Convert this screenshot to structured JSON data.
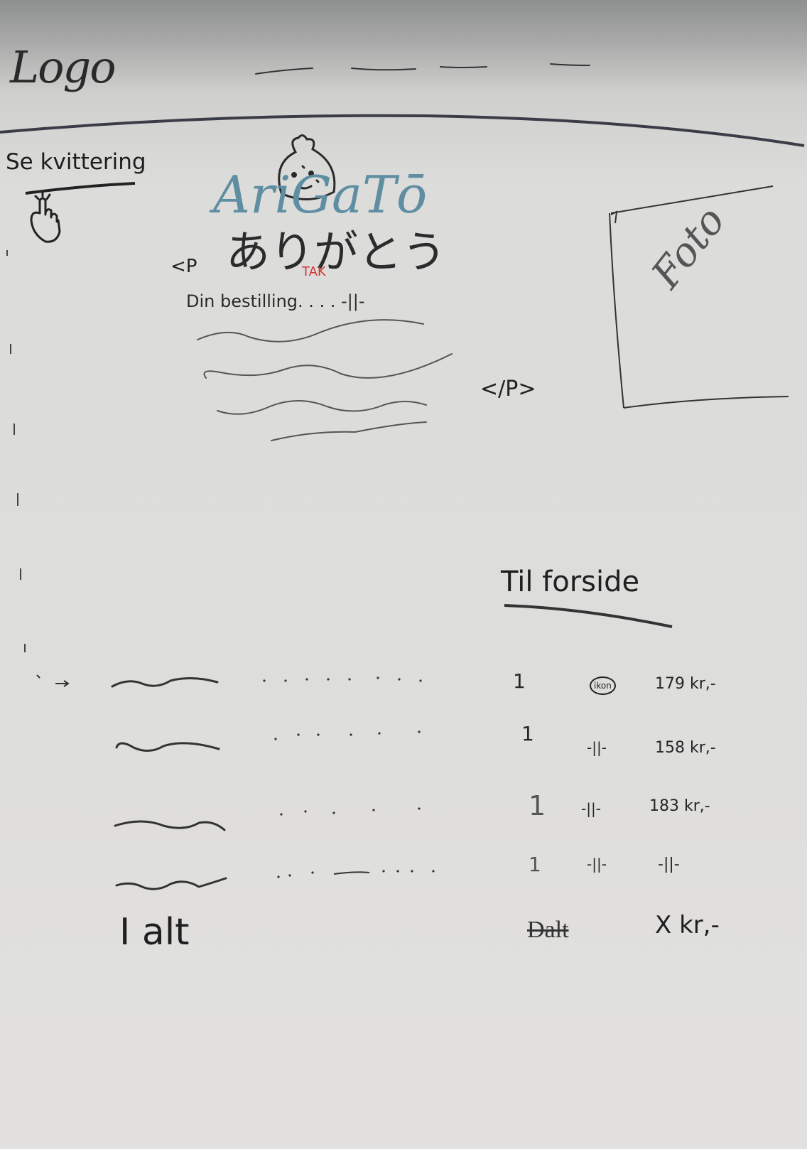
{
  "header": {
    "logo_text": "Logo"
  },
  "receipt_link": {
    "label": "Se kvittering",
    "icon": "pointing-hand-icon"
  },
  "mascot": {
    "icon": "dumpling-mascot-icon"
  },
  "thanks": {
    "p_open": "<P",
    "latin": "AriGaTō",
    "japanese": "ありがとう",
    "translation": "TAK",
    "order_text": "Din bestilling. . . . -||-",
    "p_close": "</P>"
  },
  "photo_placeholder": {
    "label": "Foto"
  },
  "home_link": {
    "label": "Til forside"
  },
  "items": [
    {
      "qty": "1",
      "icon": "ikon",
      "price": "179 kr,-"
    },
    {
      "qty": "1",
      "icon": "-||-",
      "price": "158 kr,-"
    },
    {
      "qty": "1",
      "icon": "-||-",
      "price": "183 kr,-"
    },
    {
      "qty": "1",
      "icon": "-||-",
      "price": "-||-"
    }
  ],
  "total": {
    "label": "I alt",
    "struck": "Dalt",
    "value": "X kr,-"
  },
  "colors": {
    "ink": "#222222",
    "accent_blue": "#5f8ea3",
    "accent_red": "#d23434",
    "paper": "#dddddb"
  }
}
